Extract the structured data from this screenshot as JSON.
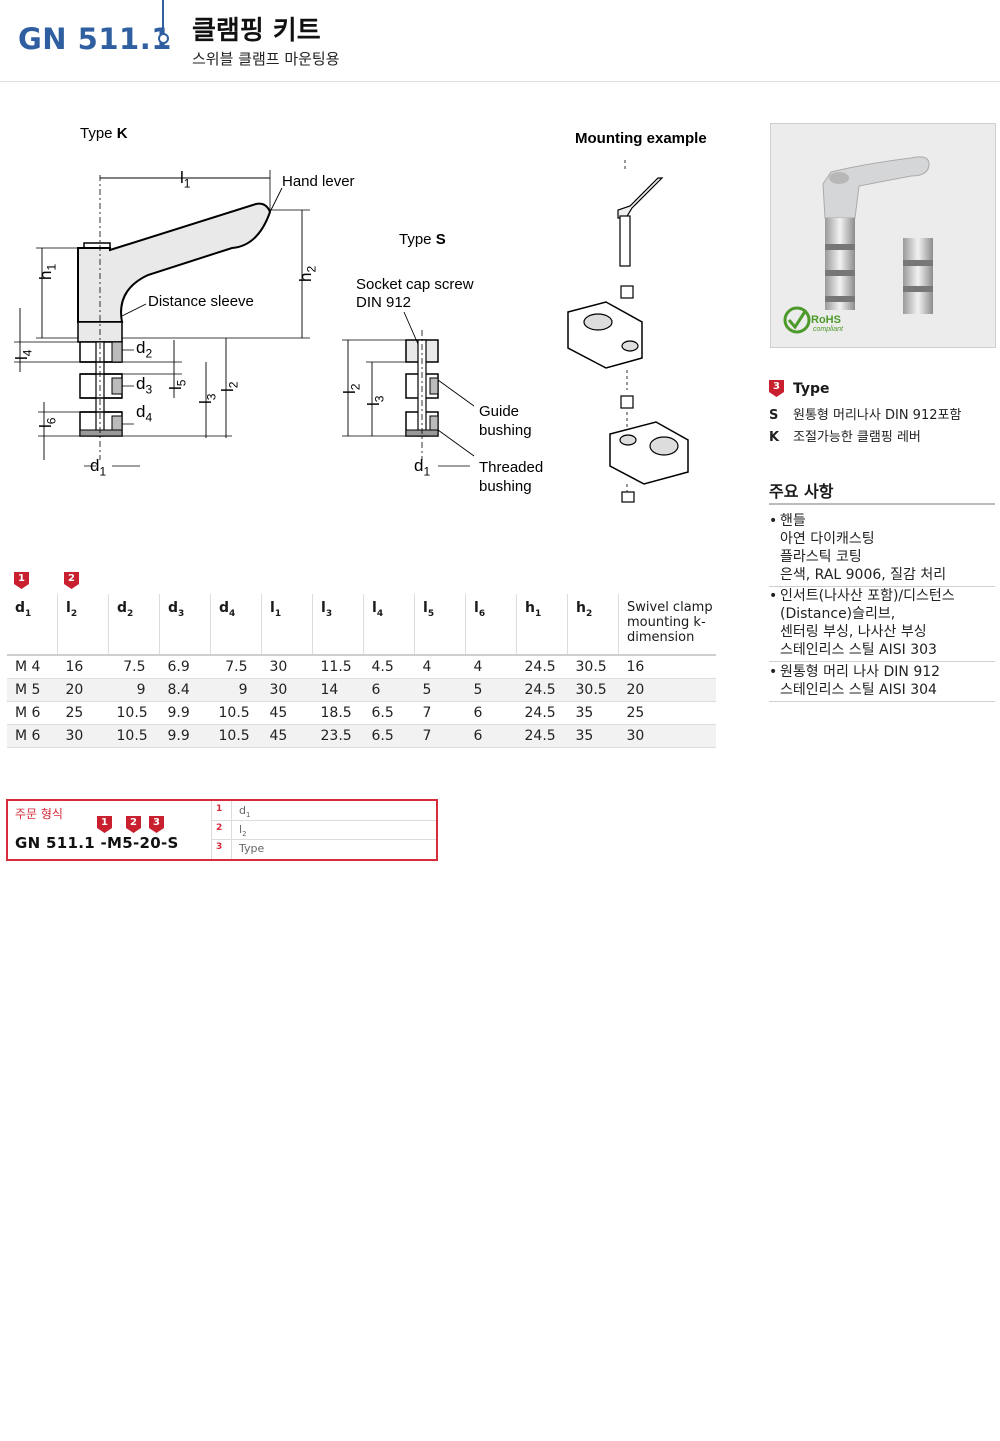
{
  "header": {
    "code": "GN 511.1",
    "title": "클램핑 키트",
    "subtitle": "스위블 클램프 마운팅용"
  },
  "drawing": {
    "type_k": "Type ",
    "type_k_letter": "K",
    "type_s": "Type ",
    "type_s_letter": "S",
    "mounting_example": "Mounting example",
    "hand_lever": "Hand lever",
    "distance_sleeve": "Distance sleeve",
    "socket_cap_screw": "Socket cap screw",
    "din912": "DIN 912",
    "guide": "Guide",
    "bushing1": "bushing",
    "threaded": "Threaded",
    "bushing2": "bushing",
    "dims": {
      "l1": "l",
      "l1s": "1",
      "h1": "h",
      "h1s": "1",
      "h2": "h",
      "h2s": "2",
      "l4": "l",
      "l4s": "4",
      "d2": "d",
      "d2s": "2",
      "d3": "d",
      "d3s": "3",
      "d4": "d",
      "d4s": "4",
      "l5": "l",
      "l5s": "5",
      "l3": "l",
      "l3s": "3",
      "l2": "l",
      "l2s": "2",
      "l6": "l",
      "l6s": "6",
      "d1": "d",
      "d1s": "1"
    },
    "rohs": "RoHS",
    "rohs_sub": "compliant"
  },
  "type_section": {
    "badge": "3",
    "title": "Type",
    "rows": [
      {
        "key": "S",
        "text": "원통형 머리나사 DIN 912포함"
      },
      {
        "key": "K",
        "text": "조절가능한 클램핑 레버"
      }
    ]
  },
  "notes": {
    "title": "주요 사항",
    "items": [
      "핸들\n아연 다이캐스팅\n플라스틱 코팅\n은색, RAL 9006, 질감 처리",
      "인서트(나사산 포함)/디스턴스\n(Distance)슬리브,\n센터링 부싱, 나사산 부싱\n스테인리스 스틸 AISI 303",
      "원통형 머리 나사 DIN 912\n스테인리스 스틸 AISI 304"
    ]
  },
  "table": {
    "badges": [
      "1",
      "2"
    ],
    "headers": [
      {
        "m": "d",
        "s": "1"
      },
      {
        "m": "l",
        "s": "2"
      },
      {
        "m": "d",
        "s": "2"
      },
      {
        "m": "d",
        "s": "3"
      },
      {
        "m": "d",
        "s": "4"
      },
      {
        "m": "l",
        "s": "1"
      },
      {
        "m": "l",
        "s": "3"
      },
      {
        "m": "l",
        "s": "4"
      },
      {
        "m": "l",
        "s": "5"
      },
      {
        "m": "l",
        "s": "6"
      },
      {
        "m": "h",
        "s": "1"
      },
      {
        "m": "h",
        "s": "2"
      }
    ],
    "last_header": "Swivel clamp mounting k-dimension",
    "rows": [
      [
        "M 4",
        "16",
        "7.5",
        "6.9",
        "7.5",
        "30",
        "11.5",
        "4.5",
        "4",
        "4",
        "24.5",
        "30.5",
        "16"
      ],
      [
        "M 5",
        "20",
        "9",
        "8.4",
        "9",
        "30",
        "14",
        "6",
        "5",
        "5",
        "24.5",
        "30.5",
        "20"
      ],
      [
        "M 6",
        "25",
        "10.5",
        "9.9",
        "10.5",
        "45",
        "18.5",
        "6.5",
        "7",
        "6",
        "24.5",
        "35",
        "25"
      ],
      [
        "M 6",
        "30",
        "10.5",
        "9.9",
        "10.5",
        "45",
        "23.5",
        "6.5",
        "7",
        "6",
        "24.5",
        "35",
        "30"
      ]
    ]
  },
  "order": {
    "label": "주문 형식",
    "code": "GN 511.1 -M5-20-S",
    "badges": [
      "1",
      "2",
      "3"
    ],
    "rows": [
      {
        "n": "1",
        "t": "d",
        "s": "1"
      },
      {
        "n": "2",
        "t": "l",
        "s": "2"
      },
      {
        "n": "3",
        "t": "Type",
        "s": ""
      }
    ]
  },
  "colors": {
    "brand_blue": "#2f5fa0",
    "accent_red": "#d52b3a"
  }
}
